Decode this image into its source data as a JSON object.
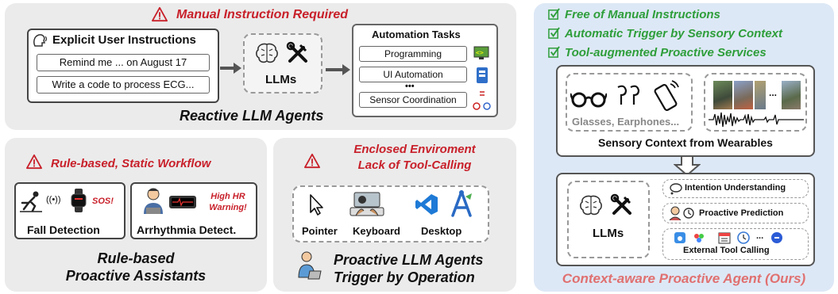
{
  "reactive": {
    "warning": "Manual Instruction Required",
    "instr_title": "Explicit User Instructions",
    "instr_items": [
      "Remind me ... on August 17",
      "Write a code to process ECG..."
    ],
    "llm_label": "LLMs",
    "tasks_title": "Automation Tasks",
    "tasks": [
      "Programming",
      "UI Automation",
      "•••",
      "Sensor Coordination"
    ],
    "caption": "Reactive LLM Agents"
  },
  "rule": {
    "warning": "Rule-based, Static Workflow",
    "sos": "SOS!",
    "hr1": "High HR",
    "hr2": "Warning!",
    "fall": "Fall Detection",
    "arr": "Arrhythmia Detect.",
    "caption1": "Rule-based",
    "caption2": "Proactive Assistants"
  },
  "op": {
    "warning1": "Enclosed Enviroment",
    "warning2": "Lack of Tool-Calling",
    "items": [
      "Pointer",
      "Keyboard",
      "Desktop"
    ],
    "caption1": "Proactive LLM Agents",
    "caption2": "Trigger by Operation"
  },
  "ours": {
    "features": [
      "Free of Manual Instructions",
      "Automatic Trigger by Sensory Context",
      "Tool-augmented Proactive Services"
    ],
    "wear_label": "Glasses, Earphones...",
    "sensor_title": "Sensory Context from Wearables",
    "llm_label": "LLMs",
    "steps": [
      "Intention Understanding",
      "Proactive Prediction",
      "External Tool Calling"
    ],
    "ellipsis": "...",
    "caption": "Context-aware Proactive Agent (Ours)"
  }
}
